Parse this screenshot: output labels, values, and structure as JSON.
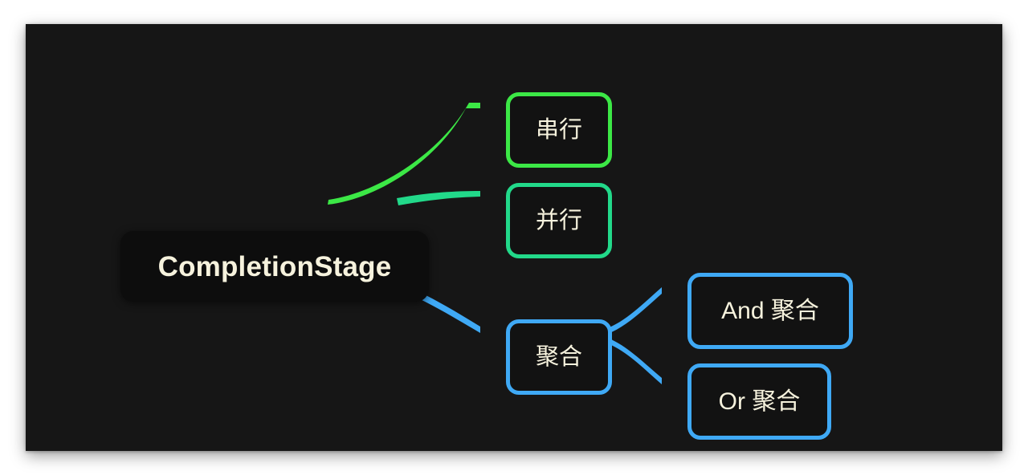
{
  "canvas": {
    "background_color": "#161616",
    "page_background_color": "#ffffff"
  },
  "diagram": {
    "type": "mind-map",
    "orientation": "left-to-right",
    "root": {
      "id": "completionstage",
      "label": "CompletionStage",
      "text_color": "#f6f2dd",
      "fill_color": "#0d0d0d"
    },
    "branches": [
      {
        "id": "serial",
        "label": "串行",
        "parent": "completionstage",
        "accent_color": "#3ce846",
        "text_color": "#f6f2dd",
        "children": []
      },
      {
        "id": "parallel",
        "label": "并行",
        "parent": "completionstage",
        "accent_color": "#22d98a",
        "text_color": "#f6f2dd",
        "children": []
      },
      {
        "id": "aggregate",
        "label": "聚合",
        "parent": "completionstage",
        "accent_color": "#3fa9f5",
        "text_color": "#f6f2dd",
        "children": [
          {
            "id": "and-aggregate",
            "label": "And 聚合",
            "accent_color": "#3fa9f5",
            "text_color": "#f6f2dd"
          },
          {
            "id": "or-aggregate",
            "label": "Or 聚合",
            "accent_color": "#3fa9f5",
            "text_color": "#f6f2dd"
          }
        ]
      }
    ],
    "connectors": [
      {
        "id": "edge-root-serial",
        "from": "completionstage",
        "to": "serial",
        "color": "#3ce846"
      },
      {
        "id": "edge-root-parallel",
        "from": "completionstage",
        "to": "parallel",
        "color": "#22d98a"
      },
      {
        "id": "edge-root-aggregate",
        "from": "completionstage",
        "to": "aggregate",
        "color": "#3fa9f5"
      },
      {
        "id": "edge-aggregate-and",
        "from": "aggregate",
        "to": "and-aggregate",
        "color": "#3fa9f5"
      },
      {
        "id": "edge-aggregate-or",
        "from": "aggregate",
        "to": "or-aggregate",
        "color": "#3fa9f5"
      }
    ]
  }
}
